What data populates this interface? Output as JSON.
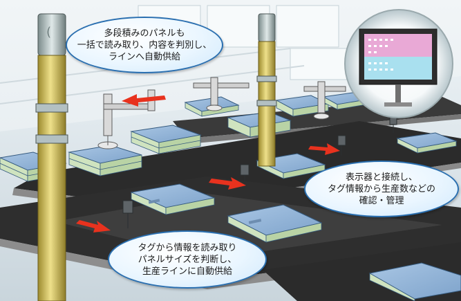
{
  "callouts": {
    "panel_reading": {
      "lines": [
        "多段積みのパネルも",
        "一括で読み取り、内容を判別し、",
        "ラインへ自動供給"
      ]
    },
    "display_link": {
      "lines": [
        "表示器と接続し、",
        "タグ情報から生産数などの",
        "確認・管理"
      ]
    },
    "tag_reading": {
      "lines": [
        "タグから情報を読み取り",
        "パネルサイズを判断し、",
        "生産ラインに自動供給"
      ]
    }
  },
  "colors": {
    "belt": "#2b2b2b",
    "panel_top": "#8fb3d9",
    "panel_side": "#cfe3bf",
    "arrow": "#e8321e",
    "bubble_border": "#2a6fb0",
    "antenna_pole": "#d6c56a"
  },
  "icons": [
    "rfid-antenna-pole-icon",
    "monitor-display-icon",
    "direction-arrow-icon",
    "rfid-tag-reader-icon"
  ]
}
